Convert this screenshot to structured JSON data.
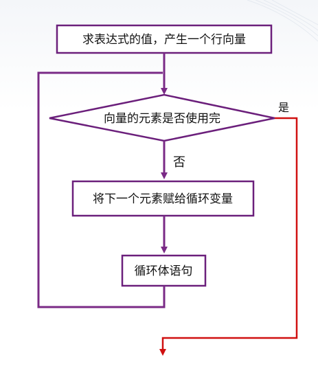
{
  "flowchart": {
    "nodes": {
      "start": "求表达式的值，产生一个行向量",
      "decision": "向量的元素是否使用完",
      "assign": "将下一个元素赋给循环变量",
      "body": "循环体语句"
    },
    "edge_labels": {
      "yes": "是",
      "no": "否"
    }
  },
  "colors": {
    "box_border": "#6b1f7b",
    "connector": "#7a2a86",
    "exit_line": "#d01010",
    "text": "#111111",
    "background": "#ffffff"
  }
}
